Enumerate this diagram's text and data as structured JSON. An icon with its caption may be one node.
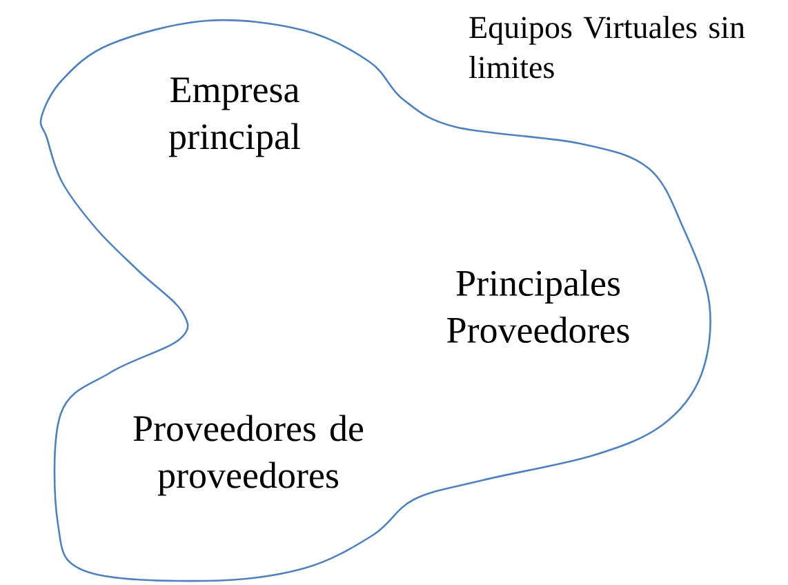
{
  "diagram": {
    "nodes": [
      {
        "text": [
          "Empresa principal",
          "Principales Proveedores",
          "Proveedores de proveedores"
        ]
      }
    ],
    "labels": [
      "Equipos Virtuales sin limites"
    ]
  }
}
